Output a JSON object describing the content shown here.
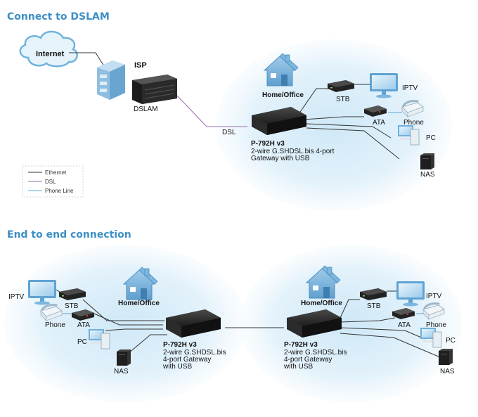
{
  "sections": {
    "dslam_title": "Connect to DSLAM",
    "e2e_title": "End to end connection"
  },
  "top": {
    "internet": "Internet",
    "isp": "ISP",
    "dslam": "DSLAM",
    "dsl": "DSL",
    "home_office": "Home/Office",
    "gateway_model": "P-792H v3",
    "gateway_desc_1": "2-wire G.SHDSL.bis 4-port",
    "gateway_desc_2": "Gateway with USB",
    "stb": "STB",
    "iptv": "IPTV",
    "ata": "ATA",
    "phone": "Phone",
    "pc": "PC",
    "nas": "NAS"
  },
  "legend": {
    "ethernet": "Ethernet",
    "dsl": "DSL",
    "phone_line": "Phone Line"
  },
  "bottom_left": {
    "iptv": "IPTV",
    "stb": "STB",
    "phone": "Phone",
    "ata": "ATA",
    "pc": "PC",
    "nas": "NAS",
    "home_office": "Home/Office",
    "gateway_model": "P-792H v3",
    "gateway_desc_1": "2-wire G.SHDSL.bis",
    "gateway_desc_2": "4-port Gateway",
    "gateway_desc_3": "with USB"
  },
  "bottom_right": {
    "home_office": "Home/Office",
    "gateway_model": "P-792H v3",
    "gateway_desc_1": "2-wire G.SHDSL.bis",
    "gateway_desc_2": "4-port Gateway",
    "gateway_desc_3": "with USB",
    "stb": "STB",
    "iptv": "IPTV",
    "ata": "ATA",
    "phone": "Phone",
    "pc": "PC",
    "nas": "NAS"
  },
  "colors": {
    "ethernet": "#333333",
    "dsl": "#9b6bb0",
    "phone_line": "#5aa9d6",
    "title": "#3d8fc4",
    "cloud_fill": "#e7f3fb"
  }
}
